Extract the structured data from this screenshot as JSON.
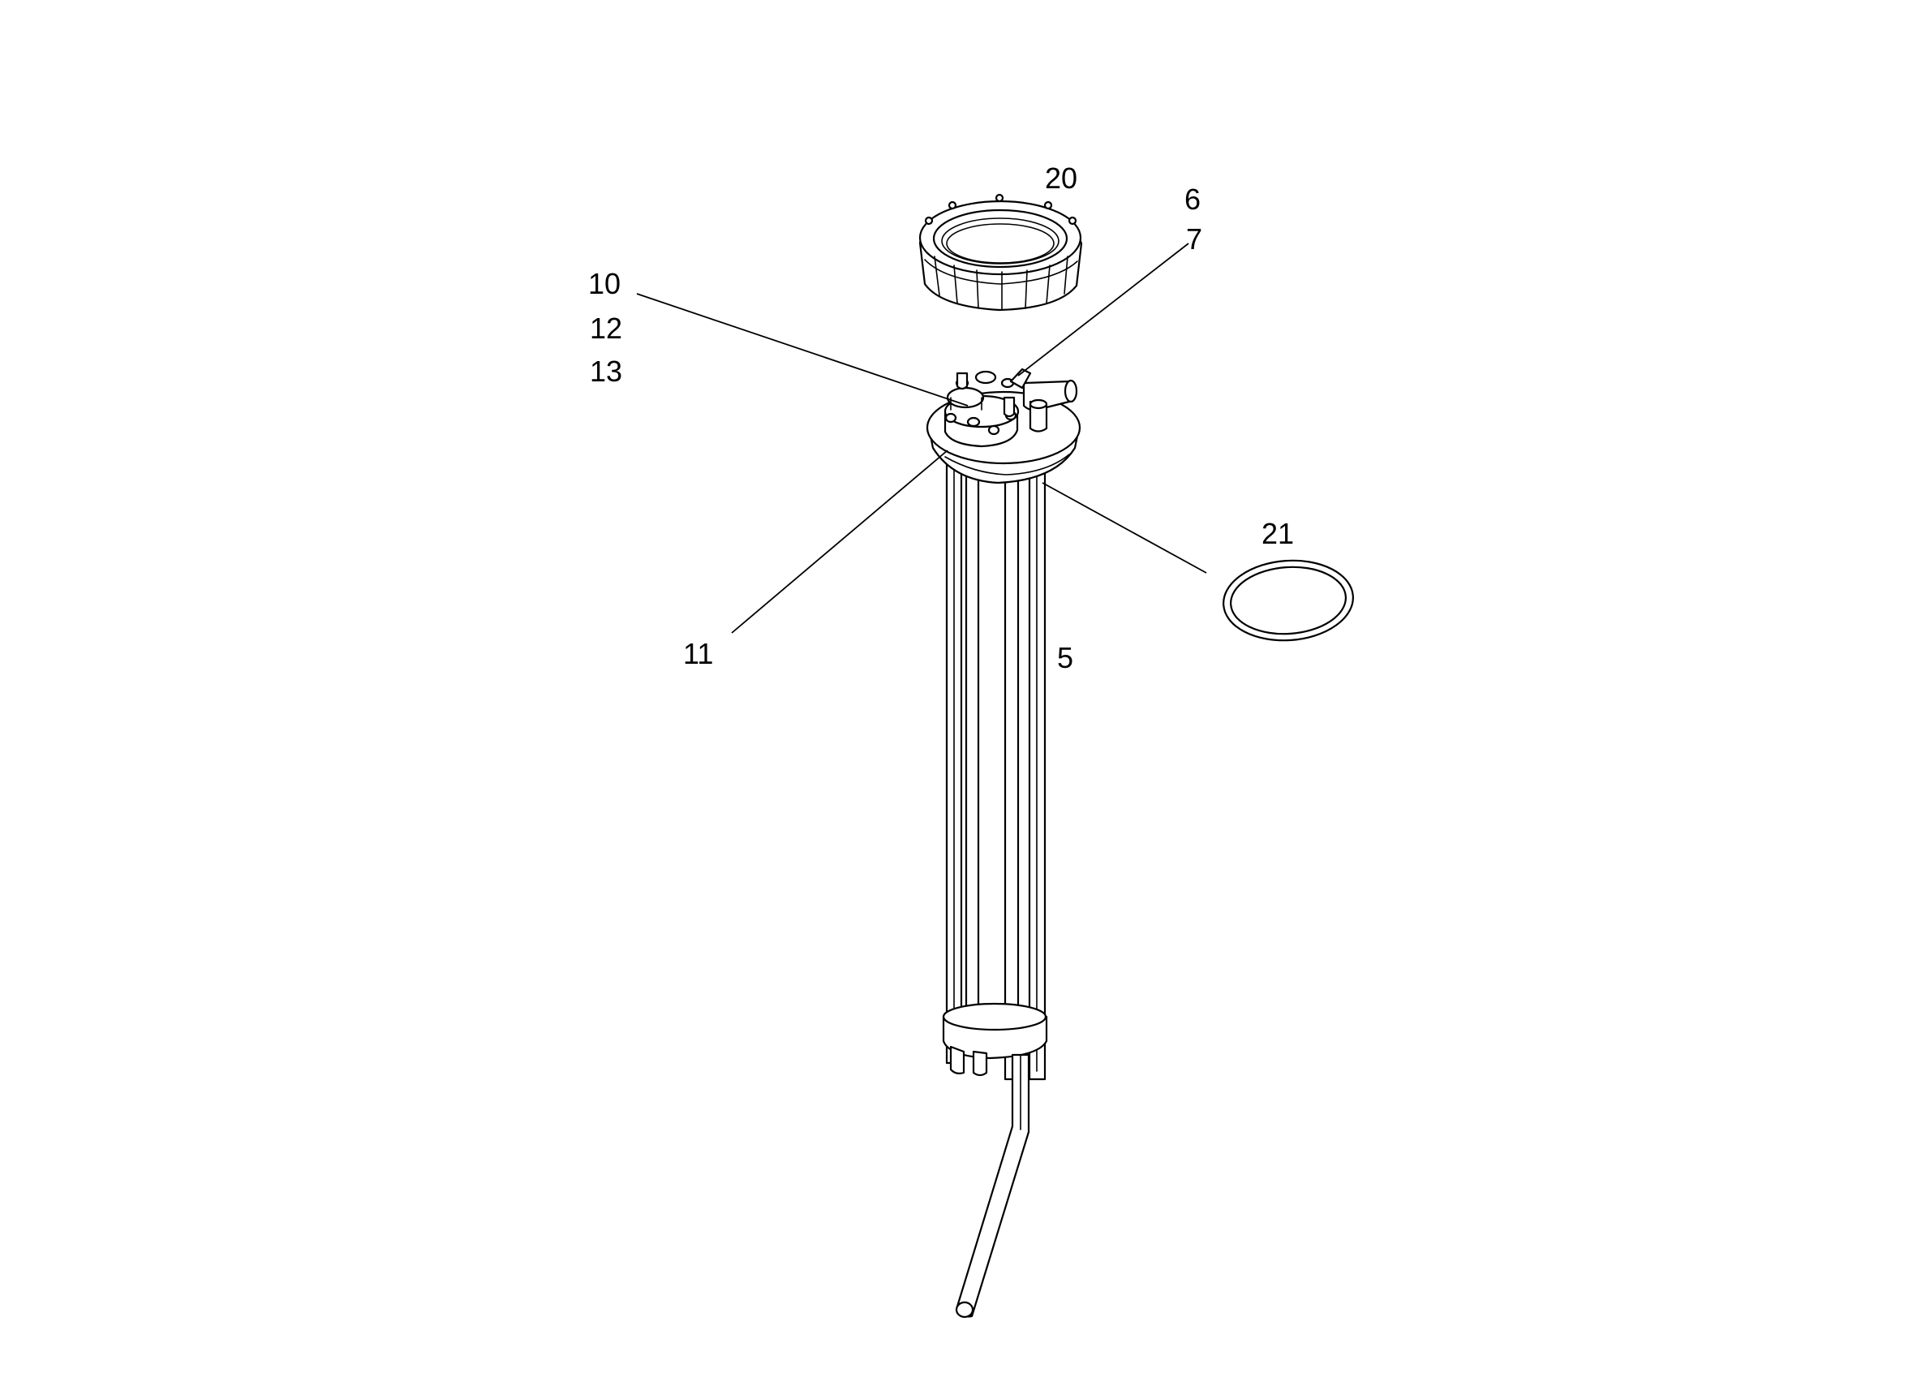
{
  "callouts": {
    "c20": "20",
    "c6": "6",
    "c7": "7",
    "c10": "10",
    "c12": "12",
    "c13": "13",
    "c21": "21",
    "c11": "11",
    "c5": "5"
  },
  "parts": [
    {
      "ref": "20",
      "icon": "ring-nut-icon"
    },
    {
      "ref": "6",
      "icon": "hose-fitting-icon"
    },
    {
      "ref": "7",
      "icon": "hose-fitting-icon"
    },
    {
      "ref": "10",
      "icon": "sensor-cap-icon"
    },
    {
      "ref": "12",
      "icon": "sensor-cap-icon"
    },
    {
      "ref": "13",
      "icon": "sensor-cap-icon"
    },
    {
      "ref": "11",
      "icon": "mounting-flange-icon"
    },
    {
      "ref": "5",
      "icon": "suction-tube-assembly-icon"
    },
    {
      "ref": "21",
      "icon": "o-ring-seal-icon"
    }
  ],
  "colors": {
    "line": "#000000",
    "background": "#ffffff"
  }
}
